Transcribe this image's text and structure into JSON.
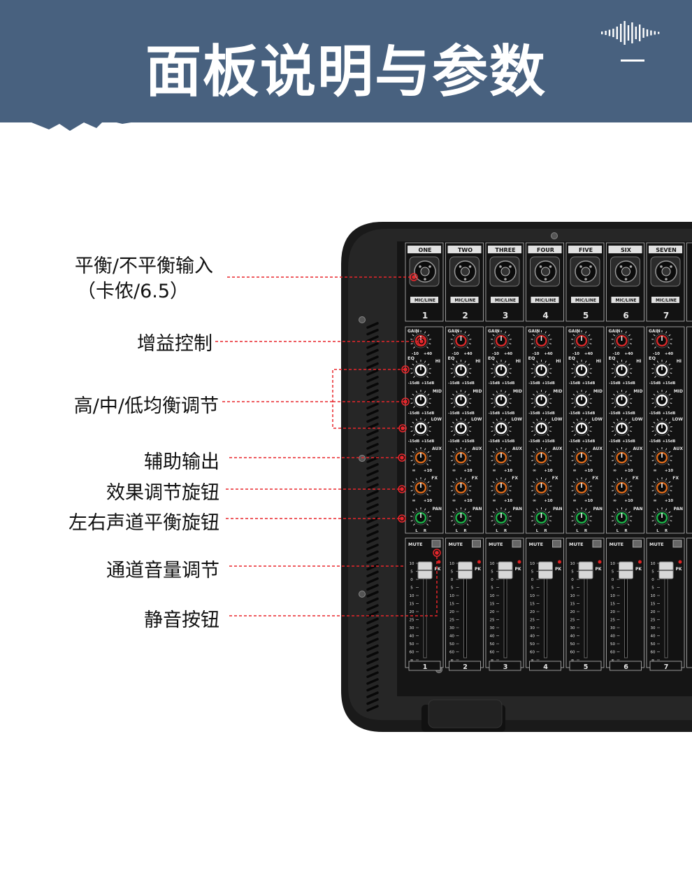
{
  "title": "面板说明与参数",
  "labels": {
    "input": "平衡/不平衡输入",
    "input_sub": "（卡侬/6.5）",
    "gain": "增益控制",
    "eq": "高/中/低均衡调节",
    "aux": "辅助输出",
    "fx": "效果调节旋钮",
    "pan": "左右声道平衡旋钮",
    "fader": "通道音量调节",
    "mute": "静音按钮"
  },
  "mixer": {
    "channel_names": [
      "ONE",
      "TWO",
      "THREE",
      "FOUR",
      "FIVE",
      "SIX",
      "SEVEN"
    ],
    "channel_numbers": [
      "1",
      "2",
      "3",
      "4",
      "5",
      "6",
      "7"
    ],
    "jack_label": "MIC/LINE",
    "gain_label": "GAIN",
    "gain_min": "-10",
    "gain_max": "+40",
    "eq_label": "EQ",
    "hi_label": "HI",
    "mid_label": "MID",
    "low_label": "LOW",
    "eq_min": "-15dB",
    "eq_max": "+15dB",
    "aux_label": "AUX",
    "fx_label": "FX",
    "send_min": "∞",
    "send_max": "+10",
    "pan_label": "PAN",
    "pan_l": "L",
    "pan_r": "R",
    "mute_label": "MUTE",
    "pk_label": "PK",
    "fader_scale": [
      "10",
      "5",
      "0",
      "5",
      "10",
      "15",
      "20",
      "25",
      "30",
      "40",
      "50",
      "60",
      "∞"
    ]
  },
  "colors": {
    "banner": "#48617f",
    "leader": "#e8262b",
    "gain_knob": "#d42a2a",
    "send_knob": "#d86a1e",
    "pan_knob": "#1fae4a"
  }
}
